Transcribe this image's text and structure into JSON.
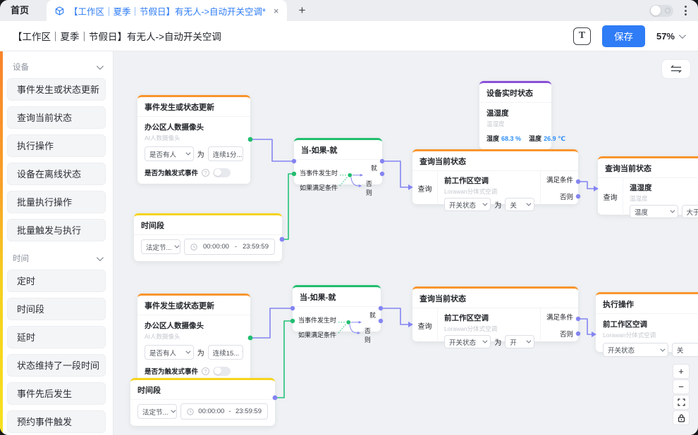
{
  "icons": {
    "close": "×",
    "info": "?"
  },
  "colors": {
    "accent_blue": "#2e7cf6",
    "node_orange": "#f9952d",
    "node_yellow": "#f6d41c",
    "node_green": "#21bd6f",
    "node_purple": "#8a50d8",
    "wire_purple": "#8484f2",
    "wire_green": "#25c178",
    "value_blue": "#2e8ef7"
  },
  "tabbar": {
    "home_tab": "首页",
    "active_tab_title": "【工作区｜夏季｜节假日】有无人->自动开关空调*",
    "new_tab": "+"
  },
  "toolbar": {
    "title": "【工作区｜夏季｜节假日】有无人->自动开关空调",
    "text_button": "T",
    "save_button": "保存",
    "zoom_level": "57%"
  },
  "sidebar": {
    "sections": [
      {
        "label": "设备",
        "items": [
          "事件发生或状态更新",
          "查询当前状态",
          "执行操作",
          "设备在离线状态",
          "批量执行操作",
          "批量触发与执行"
        ]
      },
      {
        "label": "时间",
        "items": [
          "定时",
          "时间段",
          "延时",
          "状态维持了一段时间",
          "事件先后发生",
          "预约事件触发"
        ]
      }
    ]
  },
  "canvas": {
    "controls": {
      "zoom_in": "+",
      "zoom_out": "−"
    },
    "nodes": {
      "event_top": {
        "title": "事件发生或状态更新",
        "device": "办公区人数摄像头",
        "device_sub": "AI人数摄像头",
        "select1": "是否有人",
        "between": "为",
        "select2": "连续1分...",
        "toggle_label": "是否为触发式事件"
      },
      "event_bottom": {
        "title": "事件发生或状态更新",
        "device": "办公区人数摄像头",
        "device_sub": "AI人数摄像头",
        "select1": "是否有人",
        "between": "为",
        "select2": "连续15...",
        "toggle_label": "是否为触发式事件"
      },
      "period_top": {
        "title": "时间段",
        "select": "法定节...",
        "start": "00:00:00",
        "dash": "-",
        "end": "23:59:59"
      },
      "period_bottom": {
        "title": "时间段",
        "select": "法定节...",
        "start": "00:00:00",
        "dash": "-",
        "end": "23:59:59"
      },
      "cond_top": {
        "title": "当-如果-就",
        "in1": "当事件发生时",
        "in2": "如果满足条件",
        "out1": "就",
        "out2": "否则"
      },
      "cond_bottom": {
        "title": "当-如果-就",
        "in1": "当事件发生时",
        "in2": "如果满足条件",
        "out1": "就",
        "out2": "否则"
      },
      "realtime": {
        "title": "设备实时状态",
        "device": "温湿度",
        "device_sub": "温湿度",
        "metric1_label": "湿度",
        "metric1_value": "68.3 %",
        "metric2_label": "温度",
        "metric2_value": "26.9 ℃"
      },
      "query_top": {
        "title": "查询当前状态",
        "input_label": "查询",
        "device": "前工作区空调",
        "device_sub": "Lorawan分体式空调",
        "select1": "开关状态",
        "between": "为",
        "select2": "关",
        "out1": "满足条件",
        "out2": "否则"
      },
      "query_bottom": {
        "title": "查询当前状态",
        "input_label": "查询",
        "device": "前工作区空调",
        "device_sub": "Lorawan分体式空调",
        "select1": "开关状态",
        "between": "为",
        "select2": "开",
        "out1": "满足条件",
        "out2": "否则"
      },
      "query_right": {
        "title": "查询当前状态",
        "input_label": "查询",
        "device": "温湿度",
        "device_sub": "温湿度",
        "select1": "温度",
        "select2": "大于"
      },
      "action": {
        "title": "执行操作",
        "device": "前工作区空调",
        "device_sub": "Lorawan分体式空调",
        "select1": "开关状态",
        "select2": "关"
      }
    }
  }
}
